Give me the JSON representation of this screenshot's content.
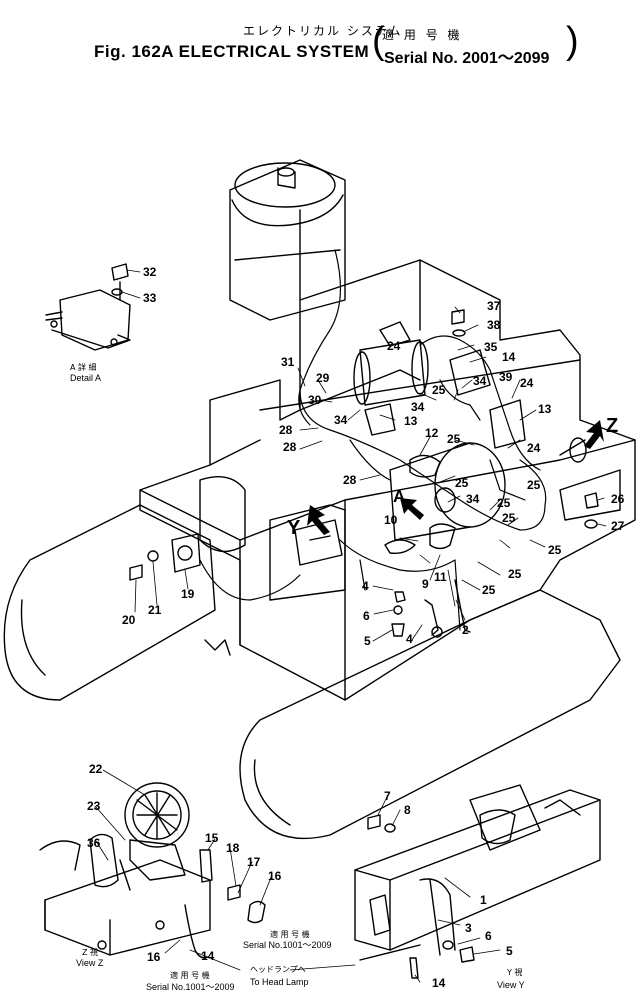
{
  "title": {
    "jp": "エレクトリカル システム",
    "main": "Fig. 162A  ELECTRICAL  SYSTEM",
    "serial_jp": "適 用 号 機",
    "serial": "Serial  No. 2001～2099"
  },
  "detail_a": {
    "jp": "A 詳 細",
    "en": "Detail A"
  },
  "view_z": {
    "jp": "Z 視",
    "en": "View Z"
  },
  "view_y": {
    "jp": "Y 視",
    "en": "View Y"
  },
  "applicable_serial_jp": "適 用 号 機",
  "applicable_serial": "Serial No.1001～2009",
  "head_lamp": {
    "jp": "ヘッドランプへ",
    "en": "To Head Lamp"
  },
  "view_markers": {
    "y": "Y",
    "z": "Z",
    "a": "A"
  },
  "part_numbers": [
    "1",
    "2",
    "3",
    "4",
    "5",
    "6",
    "7",
    "8",
    "9",
    "10",
    "11",
    "12",
    "13",
    "14",
    "15",
    "16",
    "17",
    "18",
    "19",
    "20",
    "21",
    "22",
    "23",
    "24",
    "25",
    "26",
    "27",
    "28",
    "29",
    "30",
    "31",
    "32",
    "33",
    "34",
    "35",
    "36",
    "37",
    "38",
    "39"
  ]
}
